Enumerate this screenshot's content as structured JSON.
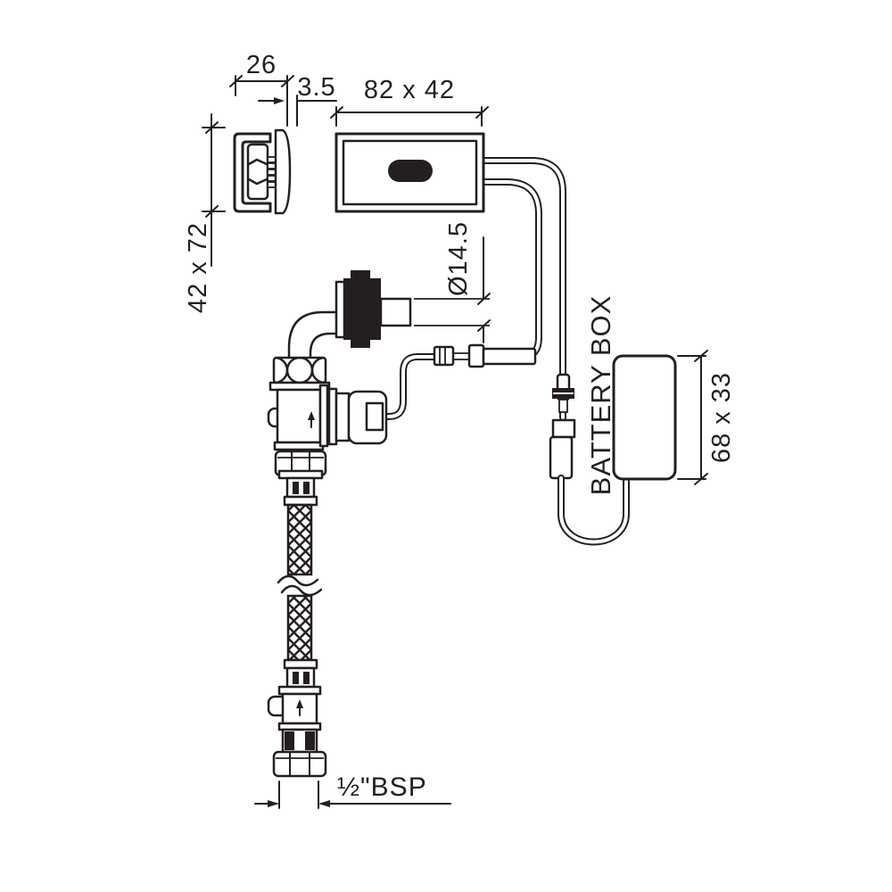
{
  "diagram": {
    "type": "technical-line-drawing",
    "colors": {
      "line": "#231f20",
      "background": "#ffffff"
    },
    "labels": {
      "plate_width": "26",
      "plate_thickness": "3.5",
      "sensor_plate_size": "82 x 42",
      "plate_side_size": "42 x 72",
      "nozzle_diameter": "Ø14.5",
      "battery_box": "BATTERY BOX",
      "battery_box_size": "68 x 33",
      "inlet_thread": "½\"BSP"
    }
  }
}
